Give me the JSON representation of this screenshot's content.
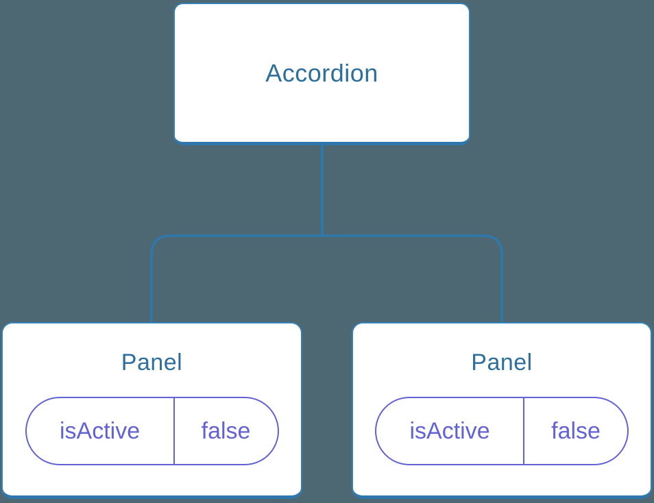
{
  "diagram": {
    "type": "component-tree",
    "root": {
      "label": "Accordion"
    },
    "children": [
      {
        "label": "Panel",
        "state": {
          "key": "isActive",
          "value": "false"
        }
      },
      {
        "label": "Panel",
        "state": {
          "key": "isActive",
          "value": "false"
        }
      }
    ],
    "colors": {
      "background": "#4D6872",
      "node_fill": "#FFFFFF",
      "node_border": "#3580B4",
      "node_border_bottom": "#2E76AC",
      "connector": "#2E78AE",
      "title_text": "#2D6E9C",
      "state_accent": "#6262D6"
    }
  }
}
